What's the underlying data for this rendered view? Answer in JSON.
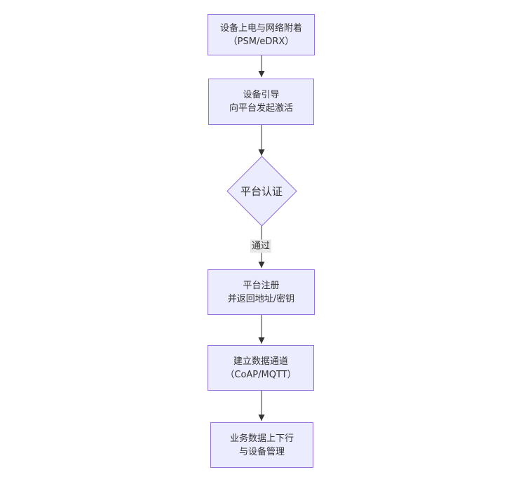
{
  "diagram": {
    "type": "flowchart-vertical",
    "colors": {
      "background": "#ffffff",
      "node_fill": "#ECECFF",
      "node_border": "#9370DB",
      "node_text": "#333333",
      "arrow": "#333333",
      "edge_label_bg": "#e8e8e8"
    },
    "nodes": [
      {
        "id": "power-attach",
        "shape": "rect",
        "lines": [
          "设备上电与网络附着",
          "（PSM/eDRX）"
        ]
      },
      {
        "id": "bootstrap",
        "shape": "rect",
        "lines": [
          "设备引导",
          "向平台发起激活"
        ]
      },
      {
        "id": "platform-auth",
        "shape": "diamond",
        "lines": [
          "平台认证"
        ]
      },
      {
        "id": "register",
        "shape": "rect",
        "lines": [
          "平台注册",
          "并返回地址/密钥"
        ]
      },
      {
        "id": "data-channel",
        "shape": "rect",
        "lines": [
          "建立数据通道",
          "（CoAP/MQTT）"
        ]
      },
      {
        "id": "business",
        "shape": "rect",
        "lines": [
          "业务数据上下行",
          "与设备管理"
        ]
      }
    ],
    "edges": [
      {
        "from": "power-attach",
        "to": "bootstrap",
        "label": ""
      },
      {
        "from": "bootstrap",
        "to": "platform-auth",
        "label": ""
      },
      {
        "from": "platform-auth",
        "to": "register",
        "label": "通过"
      },
      {
        "from": "register",
        "to": "data-channel",
        "label": ""
      },
      {
        "from": "data-channel",
        "to": "business",
        "label": ""
      }
    ]
  }
}
